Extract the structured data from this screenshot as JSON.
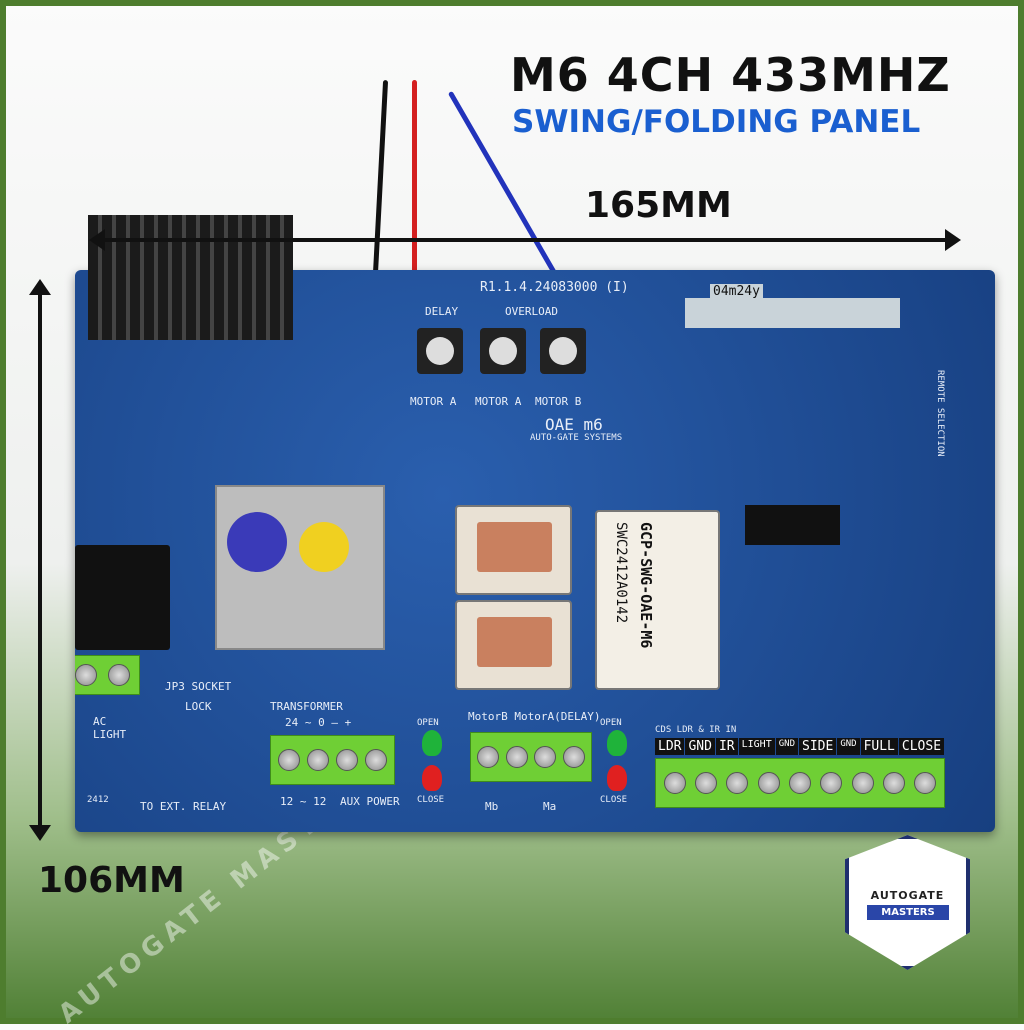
{
  "title": "M6 4CH 433MHZ",
  "subtitle": "SWING/FOLDING PANEL",
  "width_dimension": "165MM",
  "height_dimension": "106MM",
  "logo": {
    "line1": "AUTOGATE",
    "line2": "MASTERS"
  },
  "watermark": "AUTOGATE MASTERS",
  "pcb": {
    "revision": "R1.1.4.24083000 (I)",
    "module_code": "04m24y",
    "delay": "DELAY",
    "overload": "OVERLOAD",
    "pot_labels": [
      "MOTOR A",
      "MOTOR A",
      "MOTOR B"
    ],
    "brand": "OAE m6",
    "brand_sub": "AUTO-GATE SYSTEMS",
    "relay_label1": "GCP-SWG-OAE-M6",
    "relay_label2": "SWC2412A0142",
    "transformer": "TRANSFORMER",
    "transformer_marks": "24 ~ 0 — +",
    "aux_range": "12 ~ 12",
    "aux_power": "AUX POWER",
    "motor_header": "MotorB MotorA(DELAY)",
    "open": "OPEN",
    "close": "CLOSE",
    "motor_b": "Mb",
    "motor_a": "Ma",
    "terminal_header": "CDS LDR & IR IN",
    "terminals": [
      "LDR",
      "GND",
      "IR",
      "LIGHT",
      "GND",
      "SIDE",
      "GND",
      "FULL",
      "CLOSE"
    ],
    "ac_light": "AC LIGHT",
    "ext_relay": "TO EXT. RELAY",
    "jp3": "JP3 SOCKET",
    "lock": "LOCK",
    "date_code": "2412",
    "remote_selection": "REMOTE SELECTION"
  },
  "colors": {
    "pcb": "#1e4f9a",
    "terminal": "#6fcf35",
    "title_blue": "#1a5fd0",
    "frame": "#4e7d2e"
  }
}
